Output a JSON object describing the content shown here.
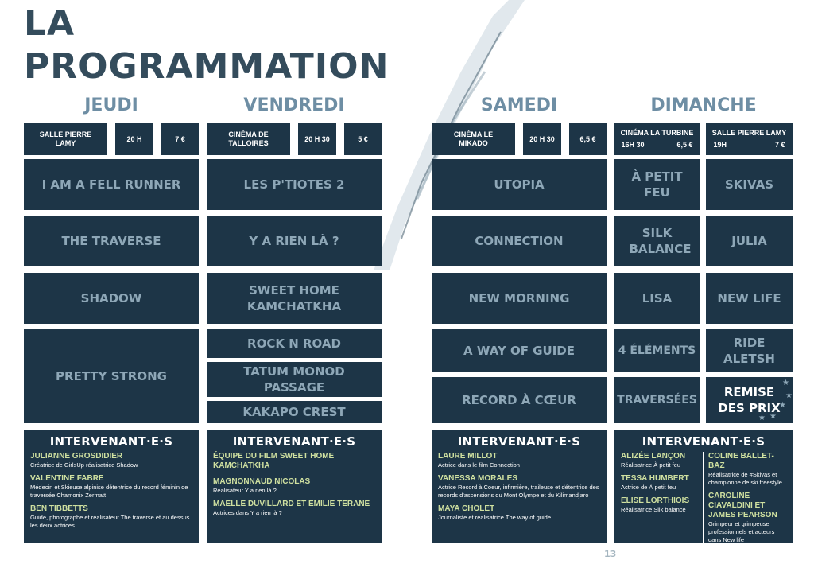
{
  "title_line1": "LA",
  "title_line2": "PROGRAMMATION",
  "days": {
    "jeudi": {
      "name": "JEUDI",
      "venue": "SALLE PIERRE LAMY",
      "time": "20 H",
      "price": "7 €",
      "films": [
        "I AM A FELL RUNNER",
        "THE TRAVERSE",
        "SHADOW",
        "PRETTY STRONG"
      ],
      "speakers_title": "INTERVENANT·E·S",
      "speakers": [
        {
          "name": "JULIANNE GROSDIDIER",
          "desc": "Créatrice de GirlsUp réalisatrice Shadow"
        },
        {
          "name": "VALENTINE FABRE",
          "desc": "Médecin et Skieuse alpinise détentrice du record féminin de traversée Chamonix Zermatt"
        },
        {
          "name": "BEN TIBBETTS",
          "desc": "Guide, photographe et réalisateur The traverse et au dessus les deux actrices"
        }
      ]
    },
    "vendredi": {
      "name": "VENDREDI",
      "venue": "CINÉMA DE TALLOIRES",
      "time": "20 H 30",
      "price": "5 €",
      "films": [
        "LES P'TIOTES 2",
        "Y A RIEN LÀ ?",
        "SWEET HOME KAMCHATKHA",
        "ROCK N ROAD",
        "TATUM MONOD PASSAGE",
        "KAKAPO CREST"
      ],
      "speakers_title": "INTERVENANT·E·S",
      "speakers": [
        {
          "name": "ÉQUIPE DU FILM SWEET HOME KAMCHATKHA",
          "desc": ""
        },
        {
          "name": "MAGNONNAUD NICOLAS",
          "desc": "Réalisateur Y a rien là ?"
        },
        {
          "name": "MAELLE DUVILLARD ET EMILIE TERANE",
          "desc": "Actrices dans Y a rien là ?"
        }
      ]
    },
    "samedi": {
      "name": "SAMEDI",
      "venue": "CINÉMA LE MIKADO",
      "time": "20 H 30",
      "price": "6,5 €",
      "films": [
        "UTOPIA",
        "CONNECTION",
        "NEW MORNING",
        "A WAY OF GUIDE",
        "RECORD À CŒUR"
      ],
      "speakers_title": "INTERVENANT·E·S",
      "speakers": [
        {
          "name": "LAURE MILLOT",
          "desc": "Actrice dans le film Connection"
        },
        {
          "name": "VANESSA MORALES",
          "desc": "Actrice Record à Coeur, infirmière, traileuse et détentrice des records d'ascensions du Mont Olympe et du Kilimandjaro"
        },
        {
          "name": "MAYA CHOLET",
          "desc": "Journaliste et réalisatrice The way of guide"
        }
      ]
    },
    "dimanche": {
      "name": "DIMANCHE",
      "venue_a": "CINÉMA LA TURBINE",
      "time_a": "16H 30",
      "price_a": "6,5 €",
      "venue_b": "SALLE PIERRE LAMY",
      "time_b": "19H",
      "price_b": "7 €",
      "films_a": [
        "À PETIT FEU",
        "SILK BALANCE",
        "LISA",
        "4 ÉLÉMENTS",
        "TRAVERSÉES"
      ],
      "films_b": [
        "SKIVAS",
        "JULIA",
        "NEW LIFE",
        "RIDE ALETSH",
        "REMISE DES PRIX"
      ],
      "speakers_title": "INTERVENANT·E·S",
      "speakers_a": [
        {
          "name": "ALIZÉE LANÇON",
          "desc": "Réalisatrice À petit feu"
        },
        {
          "name": "TESSA HUMBERT",
          "desc": "Actrice de À petit feu"
        },
        {
          "name": "ELISE LORTHIOIS",
          "desc": "Réalisatrice Silk balance"
        }
      ],
      "speakers_b": [
        {
          "name": "COLINE BALLET-BAZ",
          "desc": "Réalisatrice de #Skivas et championne de ski freestyle"
        },
        {
          "name": "CAROLINE CIAVALDINI ET JAMES PEARSON",
          "desc": "Grimpeur et grimpeuse professionnels et acteurs dans New life"
        }
      ]
    }
  },
  "page_number": "13",
  "colors": {
    "navy": "#1d3547",
    "film_text": "#8ea7b7",
    "day_text": "#6e8ea4",
    "speaker_name": "#cfe0a0"
  }
}
